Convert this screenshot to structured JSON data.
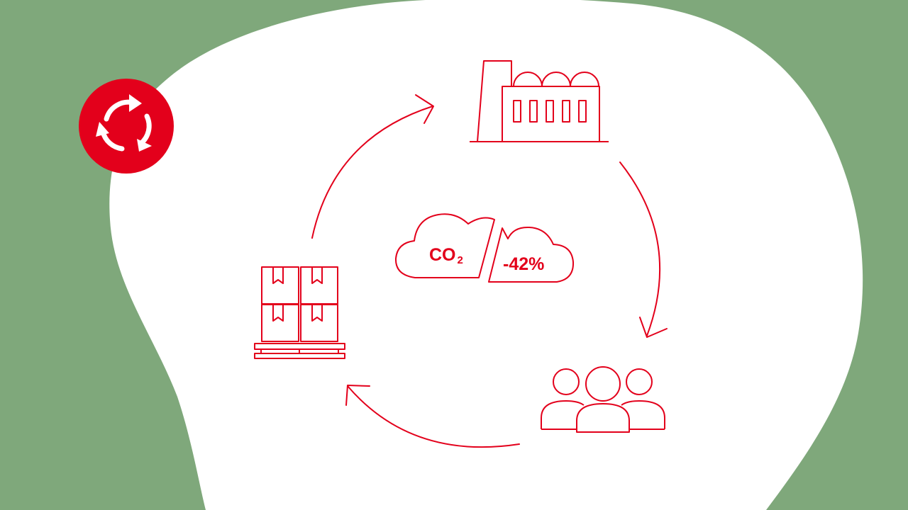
{
  "colors": {
    "background": "#7fa87b",
    "blob": "#ffffff",
    "accent": "#e3001b"
  },
  "badge": {
    "icon": "recycle-icon"
  },
  "cycle": {
    "nodes": [
      {
        "name": "factory",
        "icon": "factory-icon"
      },
      {
        "name": "people",
        "icon": "people-group-icon"
      },
      {
        "name": "pallet",
        "icon": "pallet-boxes-icon"
      }
    ]
  },
  "emissions": {
    "co2_label": "CO",
    "co2_subscript": "2",
    "reduction_label": "-42%"
  }
}
